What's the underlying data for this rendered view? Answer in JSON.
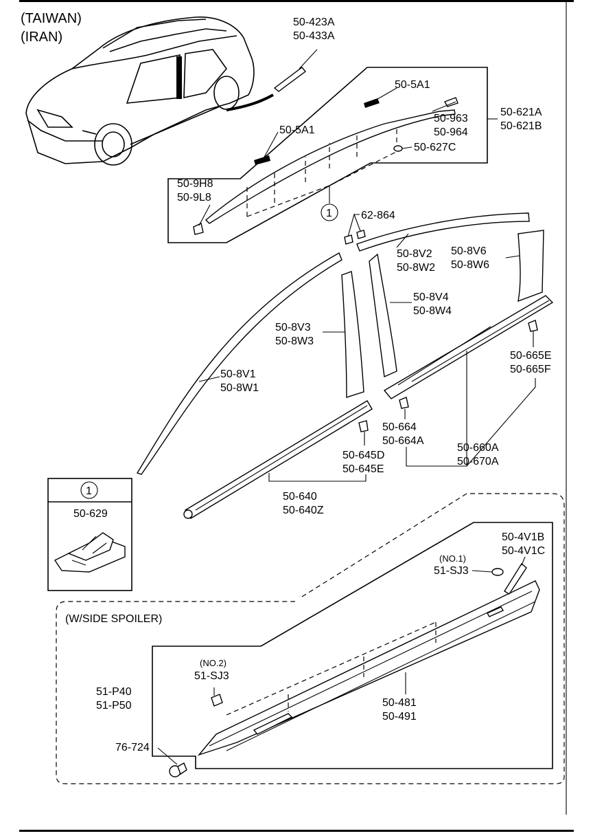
{
  "header": {
    "line1": "(TAIWAN)",
    "line2": "(IRAN)"
  },
  "callouts": {
    "p50_423A": "50-423A",
    "p50_433A": "50-433A",
    "p50_5A1_a": "50-5A1",
    "p50_963": "50-963",
    "p50_964": "50-964",
    "p50_621A": "50-621A",
    "p50_621B": "50-621B",
    "p50_5A1_b": "50-5A1",
    "p50_627C": "50-627C",
    "p50_9H8": "50-9H8",
    "p50_9L8": "50-9L8",
    "ref_circle": "1",
    "p62_864": "62-864",
    "p50_8V2": "50-8V2",
    "p50_8W2": "50-8W2",
    "p50_8V6": "50-8V6",
    "p50_8W6": "50-8W6",
    "p50_8V4": "50-8V4",
    "p50_8W4": "50-8W4",
    "p50_8V3": "50-8V3",
    "p50_8W3": "50-8W3",
    "p50_665E": "50-665E",
    "p50_665F": "50-665F",
    "p50_8V1": "50-8V1",
    "p50_8W1": "50-8W1",
    "p50_664": "50-664",
    "p50_664A": "50-664A",
    "p50_660A": "50-660A",
    "p50_670A": "50-670A",
    "p50_645D": "50-645D",
    "p50_645E": "50-645E",
    "p50_640": "50-640",
    "p50_640Z": "50-640Z",
    "p50_629": "50-629",
    "p50_4V1B": "50-4V1B",
    "p50_4V1C": "50-4V1C",
    "no1": "(NO.1)",
    "p51_SJ3_a": "51-SJ3",
    "spoiler_note": "(W/SIDE SPOILER)",
    "no2": "(NO.2)",
    "p51_SJ3_b": "51-SJ3",
    "p51_P40": "51-P40",
    "p51_P50": "51-P50",
    "p50_481": "50-481",
    "p50_491": "50-491",
    "p76_724": "76-724"
  }
}
